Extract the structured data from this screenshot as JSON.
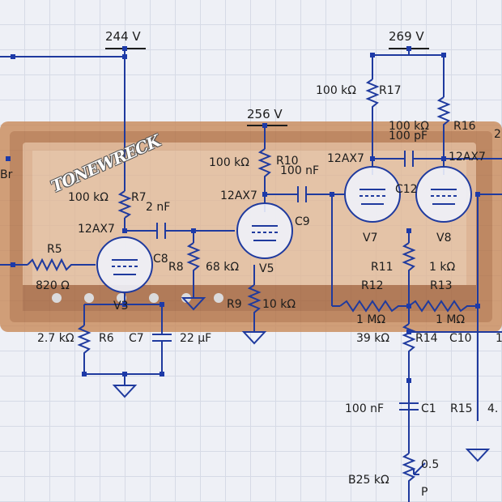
{
  "supply": {
    "v1": "244 V",
    "v2": "269 V",
    "v3": "256 V"
  },
  "labels": {
    "r5": "R5",
    "r5v": "820 Ω",
    "r6v": "2.7 kΩ",
    "r6": "R6",
    "c7": "C7",
    "c7v": "22 µF",
    "r7v": "100 kΩ",
    "r7": "R7",
    "c7b": "2 nF",
    "v3type": "12AX7",
    "v3": "V3",
    "c8": "C8",
    "r8": "R8",
    "r8v": "68 kΩ",
    "r9": "R9",
    "r9v": "10 kΩ",
    "r10v": "100 kΩ",
    "r10": "R10",
    "c10v": "100 nF",
    "v5type": "12AX7",
    "v5": "V5",
    "c9": "C9",
    "v7type": "12AX7",
    "v7": "V7",
    "c12": "C12",
    "r17v": "100 kΩ",
    "r17": "R17",
    "r16v": "100 kΩ",
    "r16": "R16",
    "c16v": "100 pF",
    "r16x": "2",
    "v8type": "12AX7",
    "v8": "V8",
    "r11": "R11",
    "r11v": "1 kΩ",
    "r12": "R12",
    "r13": "R13",
    "r12v": "1 MΩ",
    "r13v": "1 MΩ",
    "r14v": "39 kΩ",
    "r14": "R14",
    "c10": "C10",
    "c10x": "1",
    "c1v": "100 nF",
    "c1": "C1",
    "r15": "R15",
    "r15v": "4.",
    "potv": "B25 kΩ",
    "pot": "P",
    "pot05": "0.5",
    "leftbr": "Br"
  },
  "logo": "TONEWRECK",
  "colors": {
    "wire": "#1f3a9e",
    "node": "#1d3aa8",
    "tubeFill": "#eef2fb",
    "cab": "#c98a59",
    "grille": "#d9a77f"
  }
}
